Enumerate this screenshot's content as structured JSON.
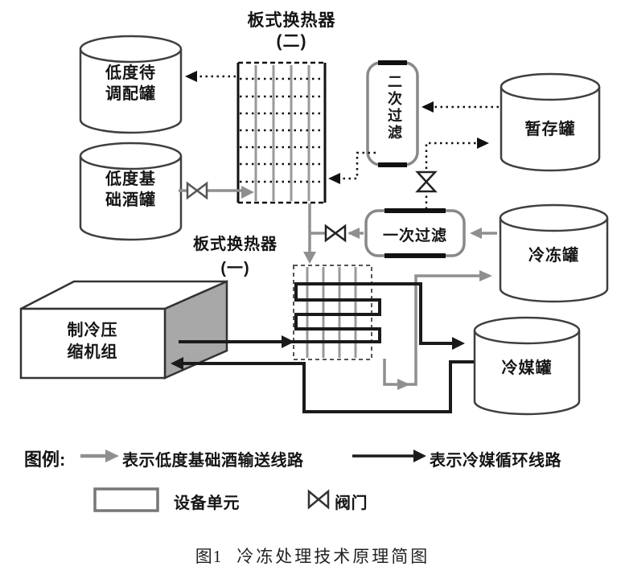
{
  "diagram": {
    "hx2": {
      "title": "板式换热器",
      "sub": "(二)"
    },
    "hx1": {
      "title": "板式换热器",
      "sub": "(一)"
    },
    "tank_blend": {
      "line1": "低度待",
      "line2": "调配罐"
    },
    "tank_base": {
      "line1": "低度基",
      "line2": "础酒罐"
    },
    "tank_temp": {
      "label": "暂存罐"
    },
    "tank_freeze": {
      "label": "冷冻罐"
    },
    "tank_coolant": {
      "label": "冷媒罐"
    },
    "filter_secondary": {
      "label": "二次过滤"
    },
    "filter_primary": {
      "label": "一次过滤"
    },
    "compressor": {
      "line1": "制冷压",
      "line2": "缩机组"
    }
  },
  "legend": {
    "title": "图例:",
    "liquor_line_label": "表示低度基础酒输送线路",
    "coolant_line_label": "表示冷媒循环线路",
    "equipment_label": "设备单元",
    "valve_label": "阀门"
  },
  "caption": {
    "number": "图1",
    "title": "冷冻处理技术原理简图"
  },
  "colors": {
    "liquor_line": "#8f8f8f",
    "coolant_line": "#1a1a1a",
    "equipment_border": "#3f3f3f",
    "background": "#ffffff"
  }
}
